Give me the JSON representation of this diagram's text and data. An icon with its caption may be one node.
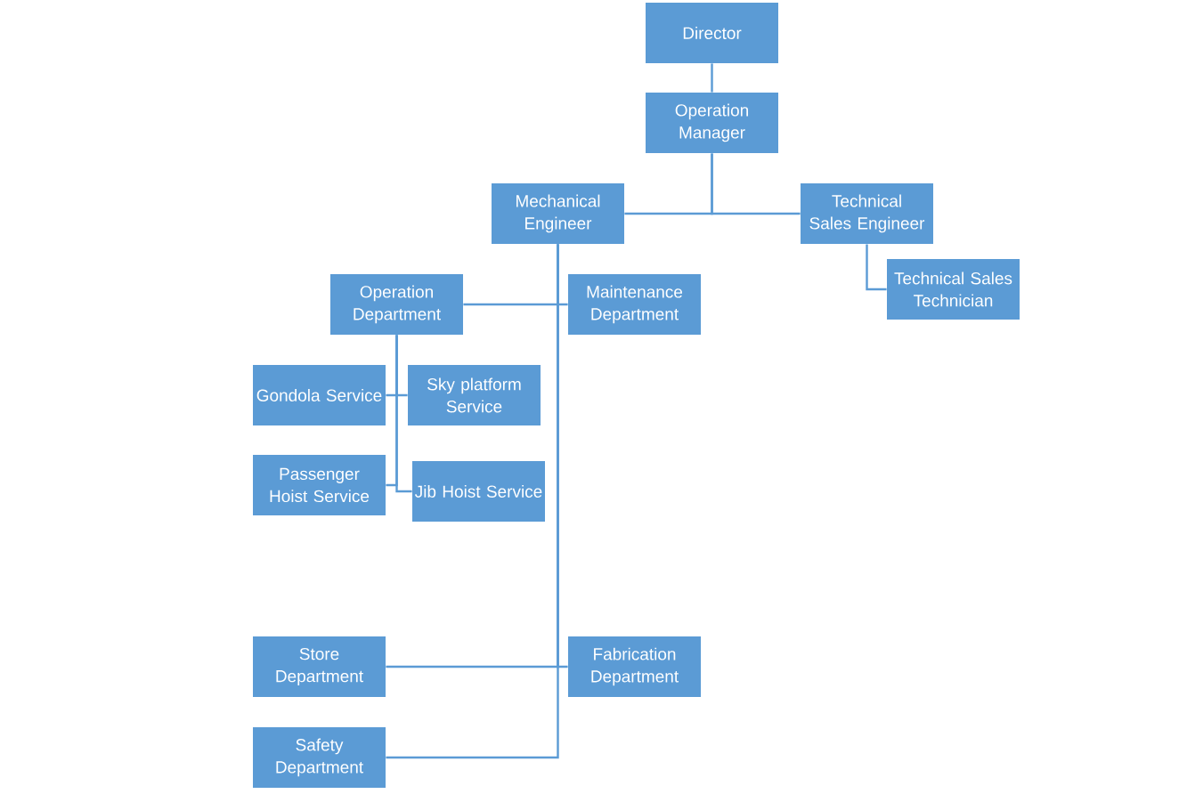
{
  "diagram": {
    "nodes": [
      {
        "text": [
          "Director"
        ]
      },
      {
        "text": [
          "Operation Manager"
        ]
      },
      {
        "text": [
          "Mechanical Engineer"
        ]
      },
      {
        "text": [
          "Technical Sales Engineer"
        ]
      },
      {
        "text": [
          "Technical Sales Technician"
        ]
      },
      {
        "text": [
          "Operation Department"
        ]
      },
      {
        "text": [
          "Maintenance Department"
        ]
      },
      {
        "text": [
          "Gondola Service"
        ]
      },
      {
        "text": [
          "Sky platform Service"
        ]
      },
      {
        "text": [
          "Passenger Hoist Service"
        ]
      },
      {
        "text": [
          "Jib Hoist Service"
        ]
      },
      {
        "text": [
          "Store Department"
        ]
      },
      {
        "text": [
          "Fabrication Department"
        ]
      },
      {
        "text": [
          "Safety Department"
        ]
      }
    ],
    "edges": [
      {
        "from": 0,
        "to": 1,
        "arrow": "none"
      },
      {
        "from": 1,
        "to": 2,
        "arrow": "none"
      },
      {
        "from": 1,
        "to": 3,
        "arrow": "none"
      },
      {
        "from": 3,
        "to": 4,
        "arrow": "none"
      },
      {
        "from": 2,
        "to": 5,
        "arrow": "none"
      },
      {
        "from": 2,
        "to": 6,
        "arrow": "none"
      },
      {
        "from": 2,
        "to": 11,
        "arrow": "none"
      },
      {
        "from": 2,
        "to": 12,
        "arrow": "none"
      },
      {
        "from": 2,
        "to": 13,
        "arrow": "none"
      },
      {
        "from": 5,
        "to": 7,
        "arrow": "none"
      },
      {
        "from": 5,
        "to": 8,
        "arrow": "none"
      },
      {
        "from": 5,
        "to": 9,
        "arrow": "none"
      },
      {
        "from": 5,
        "to": 10,
        "arrow": "none"
      }
    ]
  }
}
